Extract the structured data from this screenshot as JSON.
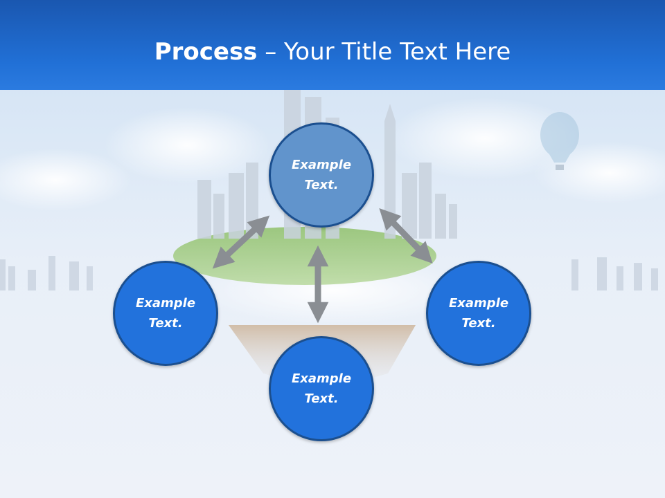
{
  "title": {
    "bold": "Process",
    "rest": " – Your Title Text Here"
  },
  "nodes": [
    {
      "id": "top",
      "text": "Example Text."
    },
    {
      "id": "left",
      "text": "Example Text."
    },
    {
      "id": "right",
      "text": "Example Text."
    },
    {
      "id": "bottom",
      "text": "Example Text."
    }
  ],
  "colors": {
    "title_bar": "#2170d6",
    "node_top": "#6194cc",
    "node_blue": "#2272dc",
    "node_border": "#1b4f8f",
    "arrow": "#8a8e93"
  }
}
